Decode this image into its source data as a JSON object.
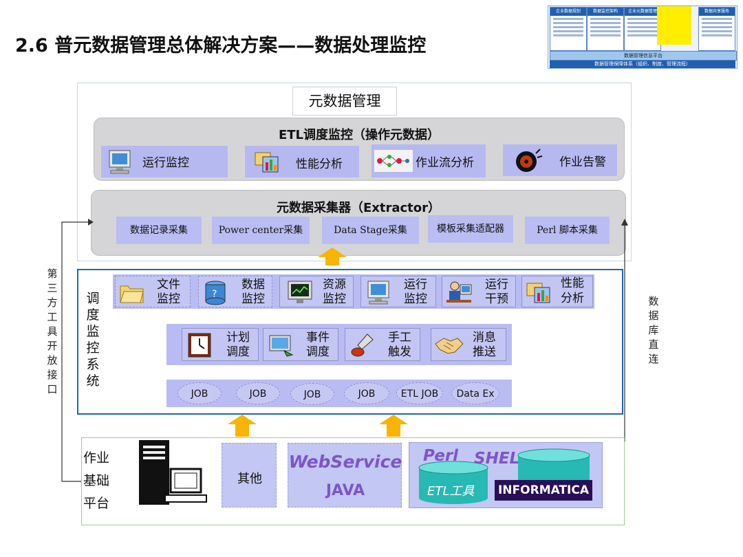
{
  "header": {
    "title": "2.6 普元数据管理总体解决方案——数据处理监控"
  },
  "thumbnail": {
    "cards": [
      "企业数据规划",
      "数据监控架构",
      "企业元数据管理",
      "数据共享服务"
    ],
    "bar1": "数据管理信息平台",
    "bar2": "数据管理保障体系（组织、制度、管理流程）"
  },
  "metadata": {
    "title": "元数据管理",
    "etl": {
      "title": "ETL调度监控（操作元数据）",
      "items": [
        "运行监控",
        "性能分析",
        "作业流分析",
        "作业告警"
      ]
    },
    "extractor": {
      "title": "元数据采集器（Extractor）",
      "items": [
        "数据记录采集",
        "Power center采集",
        "Data Stage采集",
        "模板采集适配器",
        "Perl 脚本采集"
      ]
    }
  },
  "side_labels": {
    "left": "第三方工具开放接口",
    "right": "数据库直连"
  },
  "scheduler": {
    "label": "调度监控系统",
    "monitors": [
      {
        "l1": "文件",
        "l2": "监控",
        "icon": "folder-icon"
      },
      {
        "l1": "数据",
        "l2": "监控",
        "icon": "database-icon"
      },
      {
        "l1": "资源",
        "l2": "监控",
        "icon": "monitor-chart-icon"
      },
      {
        "l1": "运行",
        "l2": "监控",
        "icon": "computer-icon"
      },
      {
        "l1": "运行",
        "l2": "干预",
        "icon": "operator-icon"
      },
      {
        "l1": "性能",
        "l2": "分析",
        "icon": "analysis-icon"
      }
    ],
    "triggers": [
      {
        "l1": "计划",
        "l2": "调度",
        "icon": "clock-icon"
      },
      {
        "l1": "事件",
        "l2": "调度",
        "icon": "event-icon"
      },
      {
        "l1": "手工",
        "l2": "触发",
        "icon": "hand-icon"
      },
      {
        "l1": "消息",
        "l2": "推送",
        "icon": "handshake-icon"
      }
    ],
    "jobs": [
      "JOB",
      "JOB",
      "JOB",
      "JOB",
      "ETL JOB",
      "Data Ex"
    ]
  },
  "base": {
    "label_lines": [
      "作业",
      "基础",
      "平台"
    ],
    "other": "其他",
    "webservice": "WebService",
    "java": "JAVA",
    "perl": "Perl",
    "shel": "SHEL",
    "etl_tool": "ETL工具",
    "informatica": "INFORMATICA"
  },
  "colors": {
    "arrow": "#f8b400",
    "frame_blue": "#1f63b8",
    "lavender": "#b8bcf2",
    "panel_gray": "#d5d5d7",
    "base_green": "#a6c98a"
  }
}
